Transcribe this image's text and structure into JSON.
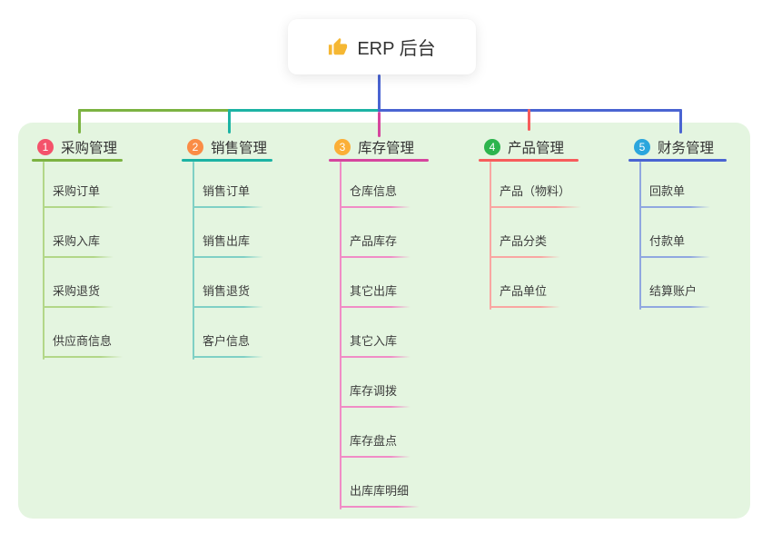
{
  "root": {
    "label": "ERP 后台",
    "icon": "thumbs-up"
  },
  "panel": {
    "background": "#e4f5e0"
  },
  "colors": {
    "root_connector": "#4a64d2",
    "canvas_bg": "#ffffff",
    "thumb_icon": "#f5b733"
  },
  "branches": [
    {
      "index": "1",
      "title": "采购管理",
      "badge_color": "#f4526b",
      "line_color": "#7cb342",
      "child_line_color": "#b2d788",
      "children": [
        "采购订单",
        "采购入库",
        "采购退货",
        "供应商信息"
      ]
    },
    {
      "index": "2",
      "title": "销售管理",
      "badge_color": "#fa8c46",
      "line_color": "#1cb3a4",
      "child_line_color": "#7fd0c5",
      "children": [
        "销售订单",
        "销售出库",
        "销售退货",
        "客户信息"
      ]
    },
    {
      "index": "3",
      "title": "库存管理",
      "badge_color": "#fbaf37",
      "line_color": "#d6459e",
      "child_line_color": "#f08cc6",
      "children": [
        "仓库信息",
        "产品库存",
        "其它出库",
        "其它入库",
        "库存调拨",
        "库存盘点",
        "出库库明细"
      ]
    },
    {
      "index": "4",
      "title": "产品管理",
      "badge_color": "#2db44d",
      "line_color": "#f75c5c",
      "child_line_color": "#f9a6a2",
      "children": [
        "产品（物料）",
        "产品分类",
        "产品单位"
      ]
    },
    {
      "index": "5",
      "title": "财务管理",
      "badge_color": "#2ba6dd",
      "line_color": "#4a64d2",
      "child_line_color": "#90a7e0",
      "children": [
        "回款单",
        "付款单",
        "结算账户"
      ]
    }
  ]
}
